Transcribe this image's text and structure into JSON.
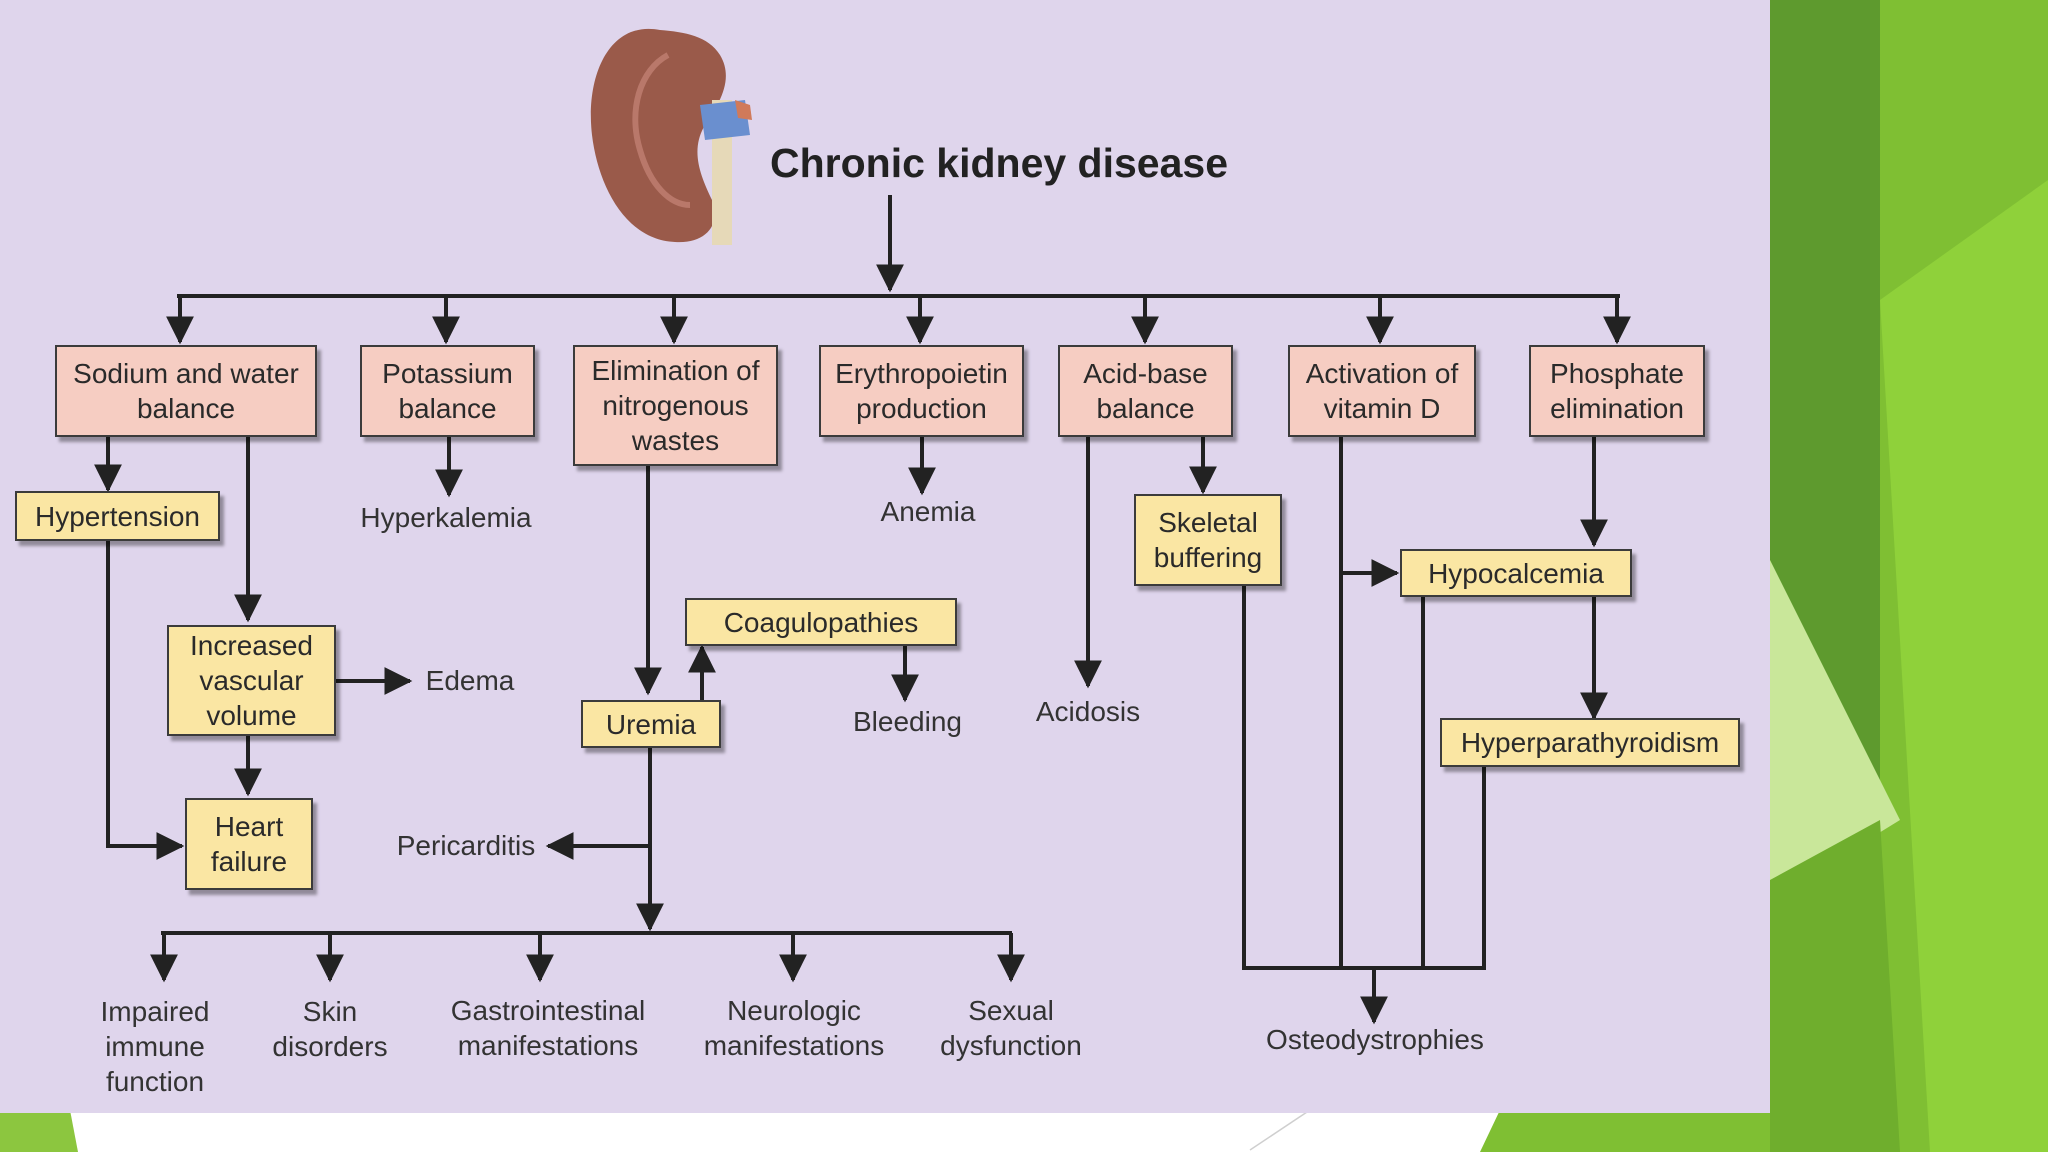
{
  "title": "Chronic kidney disease",
  "categories": {
    "sodium": "Sodium and water\nbalance",
    "potassium": "Potassium\nbalance",
    "nitrogen": "Elimination of\nnitrogenous\nwastes",
    "epo": "Erythropoietin\nproduction",
    "acidbase": "Acid-base\nbalance",
    "vitd": "Activation of\nvitamin D",
    "phosphate": "Phosphate\nelimination"
  },
  "conditions": {
    "hypertension": "Hypertension",
    "vascular": "Increased\nvascular\nvolume",
    "heart_failure": "Heart\nfailure",
    "coagulopathies": "Coagulopathies",
    "uremia": "Uremia",
    "skeletal": "Skeletal\nbuffering",
    "hypocalcemia": "Hypocalcemia",
    "hyperpara": "Hyperparathyroidism"
  },
  "outcomes": {
    "hyperkalemia": "Hyperkalemia",
    "anemia": "Anemia",
    "edema": "Edema",
    "bleeding": "Bleeding",
    "acidosis": "Acidosis",
    "pericarditis": "Pericarditis",
    "immune": "Impaired\nimmune\nfunction",
    "skin": "Skin\ndisorders",
    "gi": "Gastrointestinal\nmanifestations",
    "neuro": "Neurologic\nmanifestations",
    "sexual": "Sexual\ndysfunction",
    "osteo": "Osteodystrophies"
  },
  "colors": {
    "panel": "#dfd5ec",
    "category_box": "#f6cdc2",
    "condition_box": "#fae6a3",
    "accent_green": "#8cc63f"
  }
}
